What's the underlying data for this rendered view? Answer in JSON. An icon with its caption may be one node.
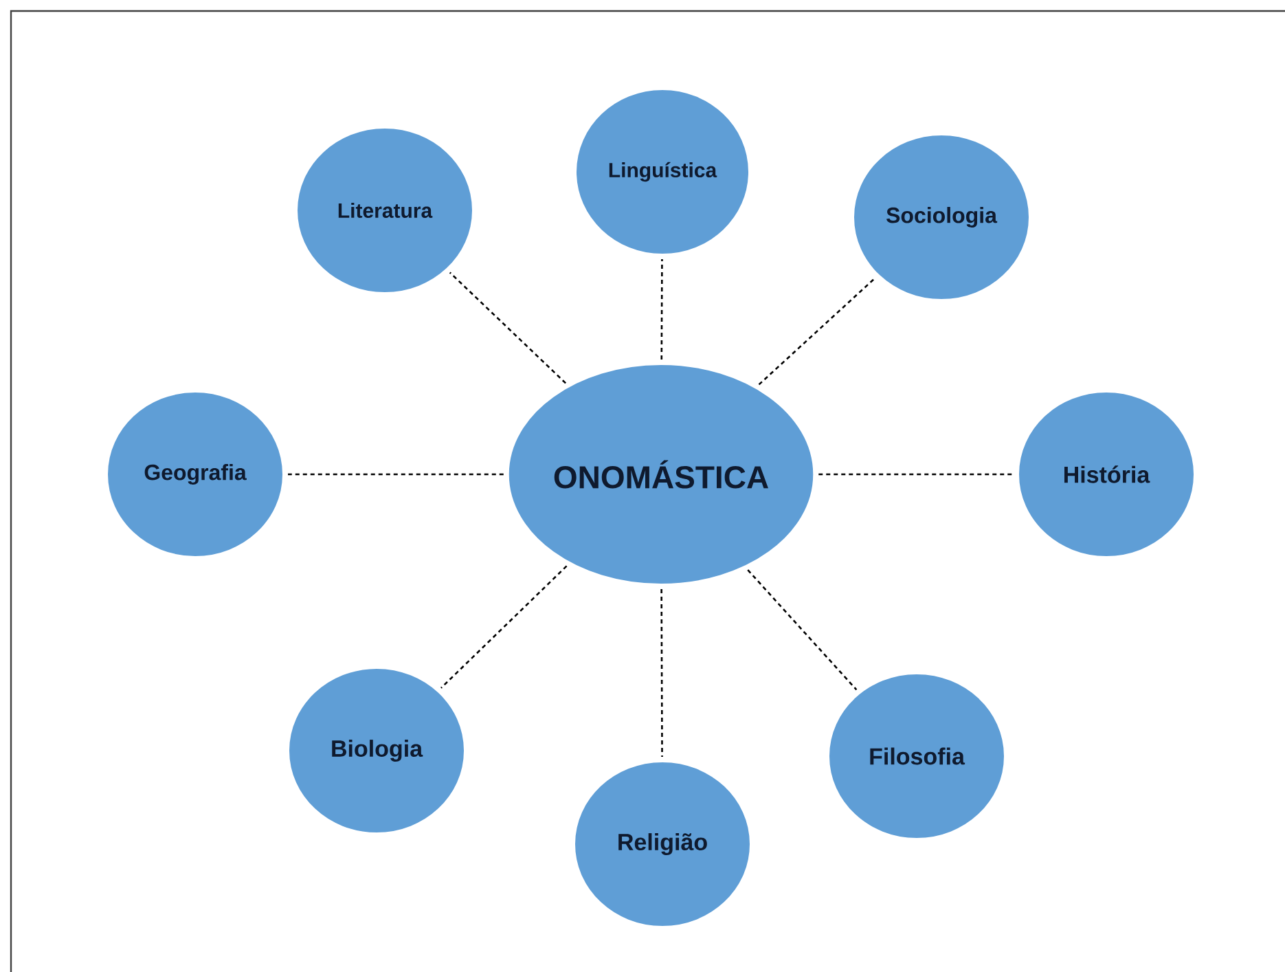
{
  "diagram": {
    "nodes": [
      {
        "text": [
          "Linguística"
        ]
      },
      {
        "text": [
          "Literatura"
        ]
      },
      {
        "text": [
          "Sociologia"
        ]
      },
      {
        "text": [
          "Geografia"
        ]
      },
      {
        "text": [
          "ONOMÁSTICA"
        ]
      },
      {
        "text": [
          "História"
        ]
      },
      {
        "text": [
          "Biologia"
        ]
      },
      {
        "text": [
          "Filosofia"
        ]
      },
      {
        "text": [
          "Religião"
        ]
      }
    ],
    "edges": [
      {
        "from": 4,
        "to": 0,
        "arrow": "none",
        "style": "dashed"
      },
      {
        "from": 4,
        "to": 1,
        "arrow": "none",
        "style": "dashed"
      },
      {
        "from": 4,
        "to": 2,
        "arrow": "none",
        "style": "dashed"
      },
      {
        "from": 4,
        "to": 3,
        "arrow": "none",
        "style": "dashed"
      },
      {
        "from": 4,
        "to": 5,
        "arrow": "none",
        "style": "dashed"
      },
      {
        "from": 4,
        "to": 6,
        "arrow": "none",
        "style": "dashed"
      },
      {
        "from": 4,
        "to": 7,
        "arrow": "none",
        "style": "dashed"
      },
      {
        "from": 4,
        "to": 8,
        "arrow": "none",
        "style": "dashed"
      }
    ]
  }
}
